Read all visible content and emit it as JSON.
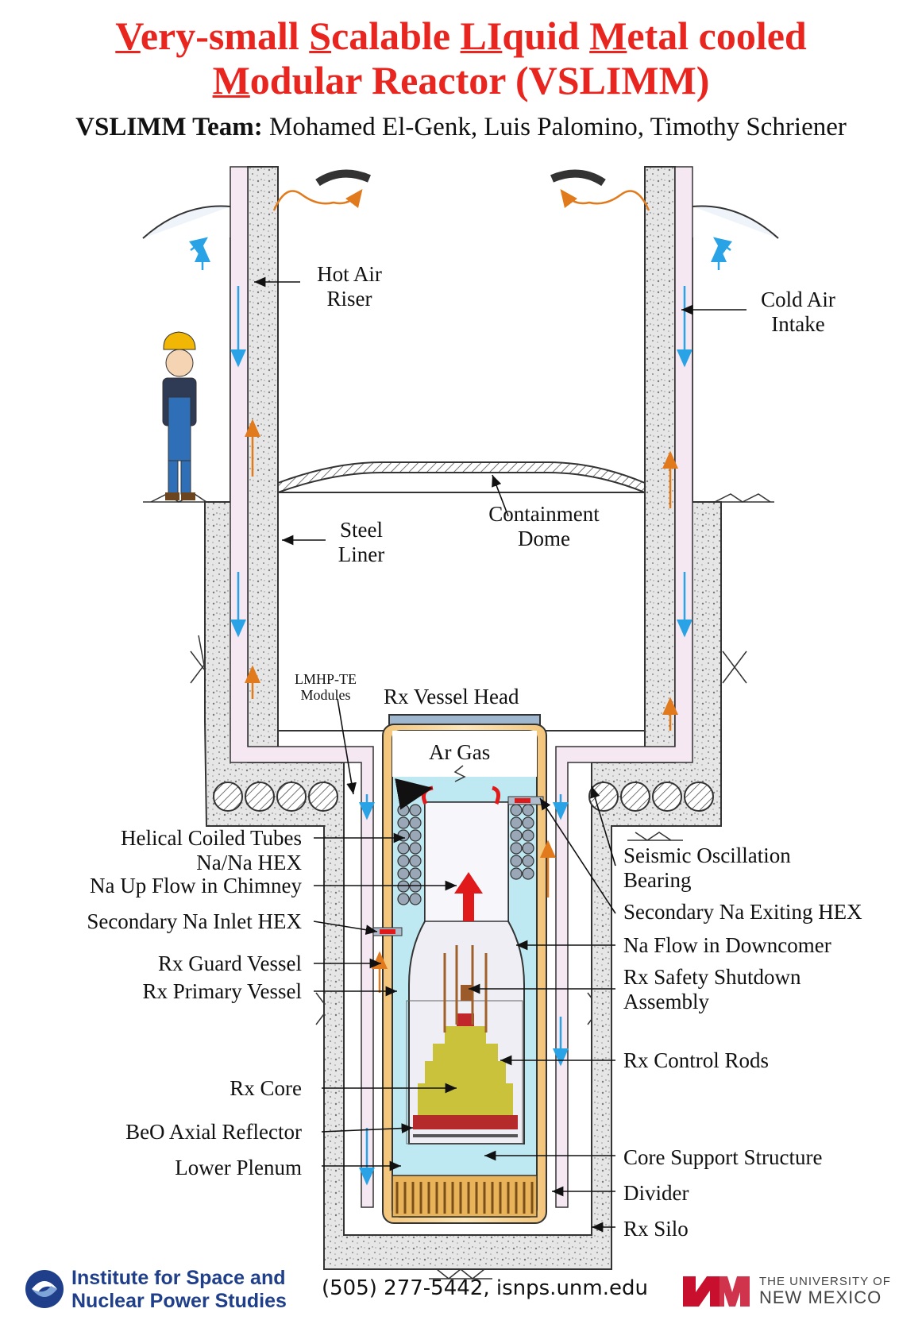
{
  "title": {
    "line1_parts": [
      "V",
      "ery-small ",
      "S",
      "calable  ",
      "LI",
      "quid ",
      "M",
      "etal cooled"
    ],
    "line2_parts": [
      "M",
      "odular Reactor (VSLIMM)"
    ]
  },
  "team": {
    "label": "VSLIMM Team:",
    "names": "Mohamed El-Genk, Luis Palomino, Timothy Schriener"
  },
  "labels": {
    "hot_air_riser_1": "Hot Air",
    "hot_air_riser_2": "Riser",
    "cold_air_1": "Cold Air",
    "cold_air_2": "Intake",
    "steel_liner_1": "Steel",
    "steel_liner_2": "Liner",
    "containment_1": "Containment",
    "containment_2": "Dome",
    "lmhp_1": "LMHP-TE",
    "lmhp_2": "Modules",
    "vessel_head": "Rx Vessel Head",
    "ar_gas": "Ar Gas",
    "helical_1": "Helical Coiled Tubes",
    "helical_2": "Na/Na HEX",
    "na_up": "Na Up Flow in Chimney",
    "sec_inlet": "Secondary Na Inlet HEX",
    "guard": "Rx Guard Vessel",
    "primary": "Rx Primary Vessel",
    "core": "Rx Core",
    "beo": "BeO Axial Reflector",
    "plenum": "Lower Plenum",
    "seismic_1": "Seismic Oscillation",
    "seismic_2": "Bearing",
    "sec_exit": "Secondary Na Exiting HEX",
    "downcomer": "Na Flow in Downcomer",
    "safety_1": "Rx Safety Shutdown",
    "safety_2": "Assembly",
    "control": "Rx Control Rods",
    "support": "Core Support  Structure",
    "divider": "Divider",
    "silo": "Rx Silo"
  },
  "footer": {
    "contact": "(505) 277-5442, isnps.unm.edu",
    "isnps_line1": "Institute for Space and",
    "isnps_line2": "Nuclear Power Studies",
    "unm_line1": "THE UNIVERSITY OF",
    "unm_line2": "NEW MEXICO"
  },
  "colors": {
    "title_red": "#e8251f",
    "hot_flow": "#e07a1c",
    "cold_flow": "#2aa3e6",
    "sodium": "#bfe9f2",
    "concrete": "#d9d9d9",
    "isnps_blue": "#1f3f8a",
    "unm_red": "#c8102e"
  }
}
